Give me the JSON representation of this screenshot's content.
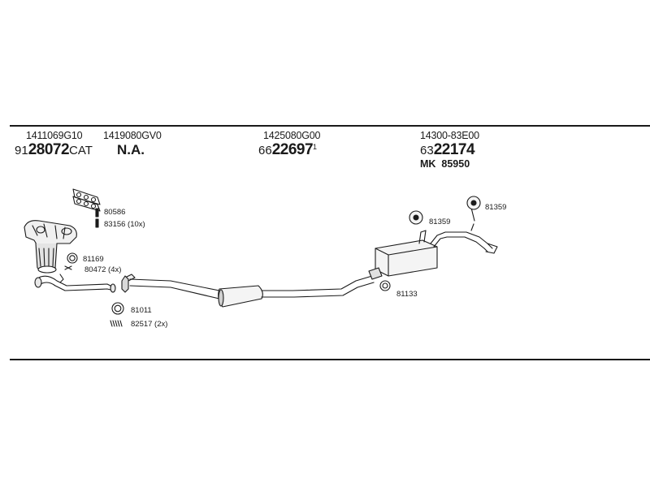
{
  "columns": [
    {
      "oem": "1411069G10",
      "part_prefix": "91",
      "part_main": "28072",
      "part_suffix": "CAT"
    },
    {
      "oem": "1419080GV0",
      "status": "N.A."
    },
    {
      "oem": "1425080G00",
      "part_prefix": "66",
      "part_main": "22697",
      "part_suffix": "1"
    },
    {
      "oem": "14300-83E00",
      "part_prefix": "63",
      "part_main": "22174",
      "alt_prefix": "MK",
      "alt_number": "85950"
    }
  ],
  "callouts": {
    "gasket_set": "80586",
    "studs": "83156 (10x)",
    "ring_left": "81169",
    "bolts": "80472 (4x)",
    "ring_lower": "81011",
    "springs": "82517 (2x)",
    "clamp_rear": "81133",
    "hanger_a": "81359",
    "hanger_b": "81359"
  }
}
